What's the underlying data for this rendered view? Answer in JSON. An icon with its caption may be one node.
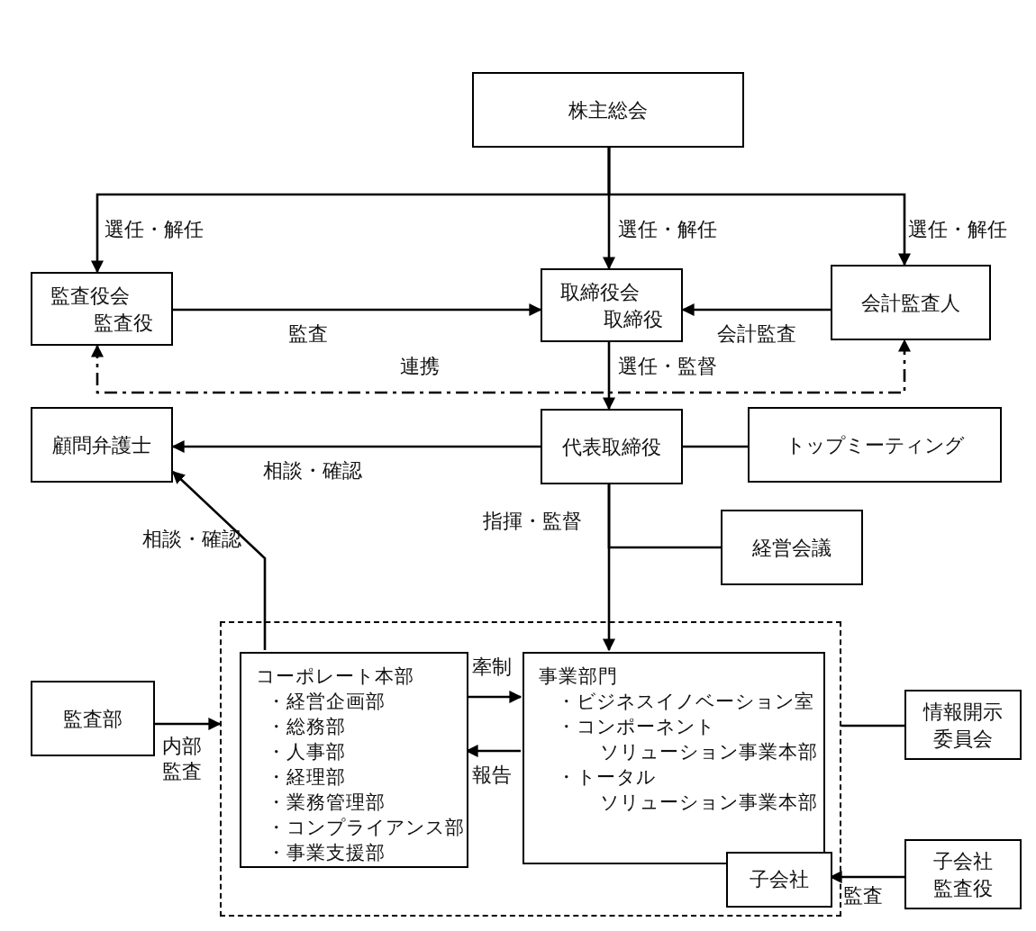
{
  "diagram": {
    "nodes": [
      {
        "text": [
          "株主総会"
        ]
      },
      {
        "text": [
          "監査役会",
          "監査役"
        ]
      },
      {
        "text": [
          "取締役会",
          "取締役"
        ]
      },
      {
        "text": [
          "会計監査人"
        ]
      },
      {
        "text": [
          "顧問弁護士"
        ]
      },
      {
        "text": [
          "代表取締役"
        ]
      },
      {
        "text": [
          "トップミーティング"
        ]
      },
      {
        "text": [
          "経営会議"
        ]
      },
      {
        "text": [],
        "shape": "box"
      },
      {
        "text": [
          "コーポレート本部",
          "・経営企画部",
          "・総務部",
          "・人事部",
          "・経理部",
          "・業務管理部",
          "・コンプライアンス部",
          "・事業支援部"
        ],
        "in": 8
      },
      {
        "text": [
          "事業部門",
          "・ビジネスイノベーション室",
          "・コンポーネント",
          "ソリューション事業本部",
          "・トータル",
          "ソリューション事業本部"
        ],
        "in": 8
      },
      {
        "text": [
          "子会社"
        ],
        "in": 8
      },
      {
        "text": [
          "監査部"
        ]
      },
      {
        "text": [
          "情報開示委員会"
        ]
      },
      {
        "text": [
          "子会社監査役"
        ]
      }
    ],
    "edges": [
      {
        "from": 0,
        "to": 1,
        "arrow": "to",
        "label": "選任・解任"
      },
      {
        "from": 0,
        "to": 2,
        "arrow": "to",
        "label": "選任・解任"
      },
      {
        "from": 0,
        "to": 3,
        "arrow": "to",
        "label": "選任・解任"
      },
      {
        "from": 1,
        "to": 2,
        "arrow": "to",
        "label": "監査"
      },
      {
        "from": 3,
        "to": 2,
        "arrow": "to",
        "label": "会計監査"
      },
      {
        "from": 1,
        "to": 3,
        "arrow": "both",
        "label": "連携",
        "style": "dashed"
      },
      {
        "from": 2,
        "to": 5,
        "arrow": "to",
        "label": "選任・監督"
      },
      {
        "from": 5,
        "to": 4,
        "arrow": "to",
        "label": "相談・確認"
      },
      {
        "from": 9,
        "to": 4,
        "arrow": "to",
        "label": "相談・確認"
      },
      {
        "from": 5,
        "to": 10,
        "arrow": "to",
        "label": "指揮・監督"
      },
      {
        "from": 5,
        "to": 6,
        "arrow": "none"
      },
      {
        "from": 7,
        "to": 5,
        "arrow": "none"
      },
      {
        "from": 9,
        "to": 10,
        "arrow": "to",
        "label": "牽制"
      },
      {
        "from": 10,
        "to": 9,
        "arrow": "to",
        "label": "報告"
      },
      {
        "from": 12,
        "to": 8,
        "arrow": "to",
        "label": "内部監査"
      },
      {
        "from": 13,
        "to": 8,
        "arrow": "none"
      },
      {
        "from": 14,
        "to": 11,
        "arrow": "to",
        "label": "監査"
      }
    ]
  }
}
